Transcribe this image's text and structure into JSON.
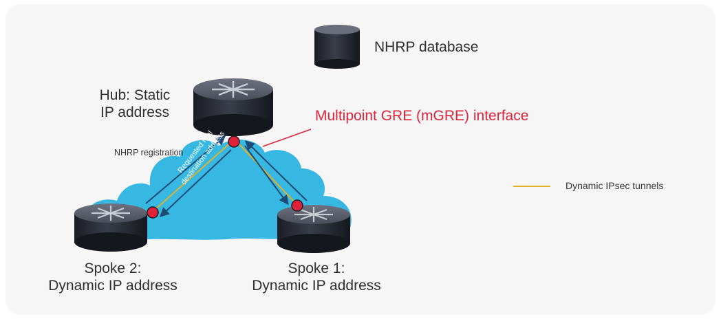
{
  "labels": {
    "nhrp_database": "NHRP database",
    "hub_line1": "Hub: Static",
    "hub_line2": "IP address",
    "mgre_interface": "Multipoint GRE (mGRE) interface",
    "nhrp_registration": "NHRP registration",
    "requested_line1": "Requested real",
    "requested_line2": "destination address",
    "spoke2_line1": "Spoke 2:",
    "spoke2_line2": "Dynamic IP address",
    "spoke1_line1": "Spoke 1:",
    "spoke1_line2": "Dynamic IP address"
  },
  "legend": {
    "tunnel_label": "Dynamic IPsec tunnels",
    "tunnel_color": "#e0b22c"
  },
  "colors": {
    "cloud": "#37b8e2",
    "arrow": "#1f4a73",
    "interface_dot": "#e0213a",
    "router_body": "#2a2d38",
    "router_top": "#5b5f6b",
    "accent_text": "#e0213a"
  },
  "icons": [
    "database-icon",
    "hub-router-icon",
    "spoke1-router-icon",
    "spoke2-router-icon"
  ]
}
